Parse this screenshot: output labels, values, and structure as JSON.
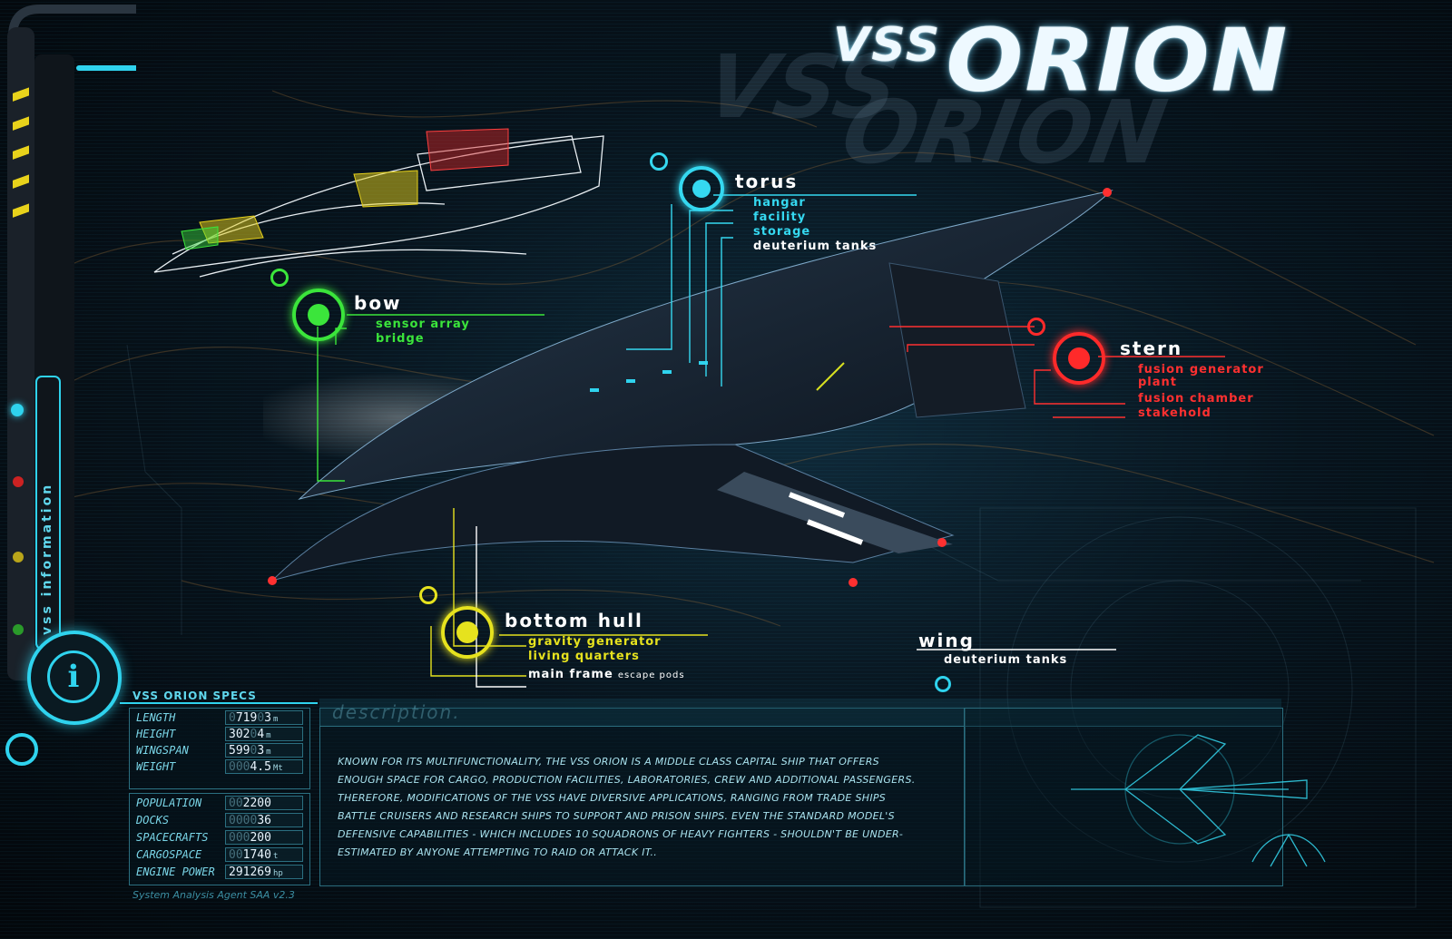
{
  "title": {
    "prefix": "VSS",
    "name": "ORION"
  },
  "sidebar": {
    "label": "vss information"
  },
  "callouts": {
    "torus": {
      "title": "torus",
      "color": "#35d8f0",
      "items": [
        {
          "label": "hangar",
          "color": "#35d8f0"
        },
        {
          "label": "facility",
          "color": "#35d8f0"
        },
        {
          "label": "storage",
          "color": "#35d8f0"
        },
        {
          "label": "deuterium tanks",
          "color": "#ffffff"
        }
      ]
    },
    "bow": {
      "title": "bow",
      "color": "#3be53b",
      "items": [
        {
          "label": "sensor array",
          "color": "#3be53b"
        },
        {
          "label": "bridge",
          "color": "#3be53b"
        }
      ]
    },
    "stern": {
      "title": "stern",
      "color": "#ff2a2a",
      "items": [
        {
          "label": "fusion generator",
          "color": "#ff3030"
        },
        {
          "label": "plant",
          "color": "#ff3030"
        },
        {
          "label": "fusion chamber",
          "color": "#ff3030"
        },
        {
          "label": "stakehold",
          "color": "#ff3030"
        }
      ]
    },
    "bottom_hull": {
      "title": "bottom hull",
      "color": "#e6e21e",
      "items": [
        {
          "label": "gravity generator",
          "color": "#e6e21e"
        },
        {
          "label": "living quarters",
          "color": "#e6e21e"
        },
        {
          "label": "main frame",
          "color": "#ffffff"
        }
      ],
      "extra": "escape pods"
    },
    "wing": {
      "title": "wing",
      "color": "#ffffff",
      "items": [
        {
          "label": "deuterium tanks",
          "color": "#ffffff"
        }
      ]
    }
  },
  "specs": {
    "header": "VSS ORION SPECS",
    "rows_a": [
      {
        "label": "LENGTH",
        "pad": "0",
        "value": "719",
        "pad2": "0",
        "value2": "3",
        "unit": "m"
      },
      {
        "label": "HEIGHT",
        "pad": "",
        "value": "302",
        "pad2": "0",
        "value2": "4",
        "unit": "m"
      },
      {
        "label": "WINGSPAN",
        "pad": "",
        "value": "599",
        "pad2": "0",
        "value2": "3",
        "unit": "m"
      },
      {
        "label": "WEIGHT",
        "pad": "000",
        "value": "4.5",
        "pad2": "",
        "value2": "",
        "unit": "Mt"
      }
    ],
    "rows_b": [
      {
        "label": "POPULATION",
        "pad": "00",
        "value": "2200",
        "unit": ""
      },
      {
        "label": "DOCKS",
        "pad": "0000",
        "value": "36",
        "unit": ""
      },
      {
        "label": "SPACECRAFTS",
        "pad": "000",
        "value": "200",
        "unit": ""
      },
      {
        "label": "CARGOSPACE",
        "pad": "00",
        "value": "1740",
        "unit": "t"
      },
      {
        "label": "ENGINE POWER",
        "pad": "",
        "value": "291269",
        "unit": "hp"
      }
    ],
    "footer": "System Analysis Agent SAA v2.3"
  },
  "description": {
    "header": "description.",
    "lines": [
      "Known for its multifunctionality, the VSS Orion is a middle class capital ship that offers",
      "enough space for cargo, production facilities, laboratories, crew  and additional passengers.",
      "Therefore, modifications of the VSS have diversive applications, ranging from trade ships",
      "battle cruisers and research ships to support and prison ships. Even the standard model's",
      "defensive capabilities - which includes 10 squadrons of heavy fighters - shouldn't be under-",
      "estimated by anyone attempting to raid or attack it.."
    ]
  },
  "colors": {
    "accent": "#2fd3ee",
    "bow": "#3be53b",
    "stern": "#ff2a2a",
    "hull": "#e6e21e"
  }
}
